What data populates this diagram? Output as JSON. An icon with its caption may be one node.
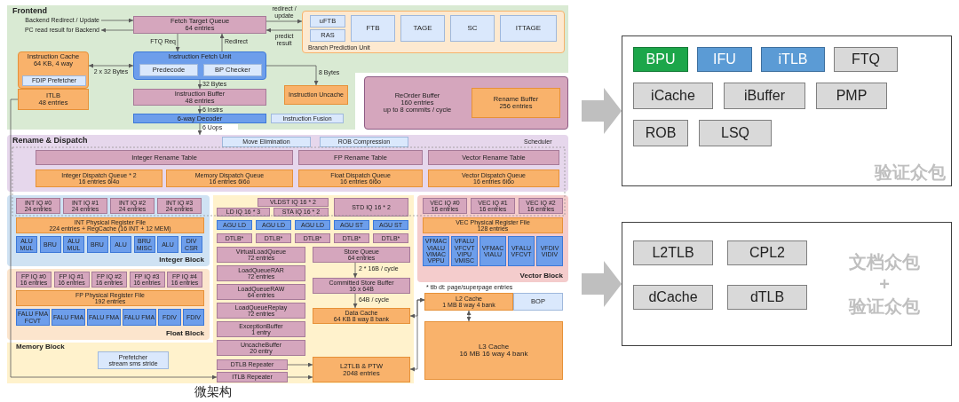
{
  "diagram": {
    "caption": "微架构",
    "nodes": [
      {
        "text": [
          "Frontend"
        ]
      },
      {
        "text": [
          "Fetch Target Queue",
          "64 entries"
        ],
        "in": 0
      },
      {
        "text": [
          "Branch Prediction Unit"
        ],
        "in": 0
      },
      {
        "text": [
          "uFTB"
        ],
        "in": 2
      },
      {
        "text": [
          "RAS"
        ],
        "in": 2
      },
      {
        "text": [
          "FTB"
        ],
        "in": 2
      },
      {
        "text": [
          "TAGE"
        ],
        "in": 2
      },
      {
        "text": [
          "SC"
        ],
        "in": 2
      },
      {
        "text": [
          "ITTAGE"
        ],
        "in": 2
      },
      {
        "text": [
          "Instruction Cache",
          "64 KB, 4 way"
        ],
        "in": 0
      },
      {
        "text": [
          "FDIP Prefetcher"
        ],
        "in": 9
      },
      {
        "text": [
          "ITLB",
          "48 entries"
        ],
        "in": 0
      },
      {
        "text": [
          "Instruction Fetch Unit"
        ],
        "in": 0
      },
      {
        "text": [
          "Predecode"
        ],
        "in": 12
      },
      {
        "text": [
          "BP Checker"
        ],
        "in": 12
      },
      {
        "text": [
          "Instruction Uncache"
        ],
        "in": 0
      },
      {
        "text": [
          "Instruction Buffer",
          "48 entries"
        ],
        "in": 0
      },
      {
        "text": [
          "6-way Decoder"
        ],
        "in": 0
      },
      {
        "text": [
          "Instruction Fusion"
        ],
        "in": 0
      },
      {
        "text": [
          "ReOrder Buffer",
          "160 entries",
          "up to 8 commits / cycle"
        ]
      },
      {
        "text": [
          "Rename Buffer",
          "256 entries"
        ],
        "in": 19
      },
      {
        "text": [
          "Rename & Dispatch"
        ]
      },
      {
        "text": [
          "Move Elimination"
        ],
        "in": 21
      },
      {
        "text": [
          "ROB Compression"
        ],
        "in": 21
      },
      {
        "text": [
          "Integer Rename Table"
        ],
        "in": 21
      },
      {
        "text": [
          "FP Rename Table"
        ],
        "in": 21
      },
      {
        "text": [
          "Vector Rename Table"
        ],
        "in": 21
      },
      {
        "text": [
          "Integer Dispatch Queue * 2",
          "16 entries 6i4o"
        ],
        "in": 21
      },
      {
        "text": [
          "Memory Dispatch Queue",
          "16 entries 6i6o"
        ],
        "in": 21
      },
      {
        "text": [
          "Float Dispatch Queue",
          "16 entries 6i6o"
        ],
        "in": 21
      },
      {
        "text": [
          "Vector Dispatch Queue",
          "16 entries 6i6o"
        ],
        "in": 21
      },
      {
        "text": [
          "Integer Block"
        ]
      },
      {
        "text": [
          "INT IQ #0",
          "24 entries"
        ],
        "in": 31
      },
      {
        "text": [
          "INT IQ #1",
          "24 entries"
        ],
        "in": 31
      },
      {
        "text": [
          "INT IQ #2",
          "24 entries"
        ],
        "in": 31
      },
      {
        "text": [
          "INT IQ #3",
          "24 entries"
        ],
        "in": 31
      },
      {
        "text": [
          "INT Physical Register File",
          "224 entries + RegCache (16 INT + 12 MEM)"
        ],
        "in": 31
      },
      {
        "text": [
          "ALU MUL"
        ],
        "in": 31
      },
      {
        "text": [
          "BRU"
        ],
        "in": 31
      },
      {
        "text": [
          "ALU MUL"
        ],
        "in": 31
      },
      {
        "text": [
          "BRU"
        ],
        "in": 31
      },
      {
        "text": [
          "ALU"
        ],
        "in": 31
      },
      {
        "text": [
          "BRU MISC"
        ],
        "in": 31
      },
      {
        "text": [
          "ALU"
        ],
        "in": 31
      },
      {
        "text": [
          "DIV CSR"
        ],
        "in": 31
      },
      {
        "text": [
          "Memory Block"
        ]
      },
      {
        "text": [
          "VLDST IQ 16 * 2"
        ],
        "in": 45
      },
      {
        "text": [
          "LD IQ 16 * 3"
        ],
        "in": 45
      },
      {
        "text": [
          "STA IQ 16 * 2"
        ],
        "in": 45
      },
      {
        "text": [
          "STD IQ 16 * 2"
        ],
        "in": 45
      },
      {
        "text": [
          "AGU LD"
        ],
        "in": 45
      },
      {
        "text": [
          "AGU LD"
        ],
        "in": 45
      },
      {
        "text": [
          "AGU LD"
        ],
        "in": 45
      },
      {
        "text": [
          "AGU ST"
        ],
        "in": 45
      },
      {
        "text": [
          "AGU ST"
        ],
        "in": 45
      },
      {
        "text": [
          "DTLB*"
        ],
        "in": 45
      },
      {
        "text": [
          "DTLB*"
        ],
        "in": 45
      },
      {
        "text": [
          "DTLB*"
        ],
        "in": 45
      },
      {
        "text": [
          "DTLB*"
        ],
        "in": 45
      },
      {
        "text": [
          "DTLB*"
        ],
        "in": 45
      },
      {
        "text": [
          "VirtualLoadQueue",
          "72 entries"
        ],
        "in": 45
      },
      {
        "text": [
          "Store Queue",
          "64 entries"
        ],
        "in": 45
      },
      {
        "text": [
          "LoadQueueRAR",
          "72 entries"
        ],
        "in": 45
      },
      {
        "text": [
          "LoadQueueRAW",
          "64 entries"
        ],
        "in": 45
      },
      {
        "text": [
          "LoadQueueReplay",
          "72 entries"
        ],
        "in": 45
      },
      {
        "text": [
          "ExceptionBuffer",
          "1 entry"
        ],
        "in": 45
      },
      {
        "text": [
          "UncacheBuffer",
          "20 entry"
        ],
        "in": 45
      },
      {
        "text": [
          "Committed Store Buffer",
          "16 x 64B"
        ],
        "in": 45
      },
      {
        "text": [
          "Data Cache",
          "64 KB 8 way 8 bank"
        ],
        "in": 45
      },
      {
        "text": [
          "DTLB Repeater"
        ],
        "in": 45
      },
      {
        "text": [
          "ITLB Repeater"
        ],
        "in": 45
      },
      {
        "text": [
          "L2TLB & PTW",
          "2048 entries"
        ],
        "in": 45
      },
      {
        "text": [
          "Prefetcher",
          "stream sms stride"
        ],
        "in": 45
      },
      {
        "text": [
          "Float Block"
        ]
      },
      {
        "text": [
          "FP IQ #0",
          "16 entries"
        ],
        "in": 73
      },
      {
        "text": [
          "FP IQ #1",
          "16 entries"
        ],
        "in": 73
      },
      {
        "text": [
          "FP IQ #2",
          "16 entries"
        ],
        "in": 73
      },
      {
        "text": [
          "FP IQ #3",
          "16 entries"
        ],
        "in": 73
      },
      {
        "text": [
          "FP IQ #4",
          "16 entries"
        ],
        "in": 73
      },
      {
        "text": [
          "FP Physical Register File",
          "192 entries"
        ],
        "in": 73
      },
      {
        "text": [
          "FALU FMA FCVT"
        ],
        "in": 73
      },
      {
        "text": [
          "FALU FMA"
        ],
        "in": 73
      },
      {
        "text": [
          "FALU FMA"
        ],
        "in": 73
      },
      {
        "text": [
          "FALU FMA"
        ],
        "in": 73
      },
      {
        "text": [
          "FDIV"
        ],
        "in": 73
      },
      {
        "text": [
          "FDIV"
        ],
        "in": 73
      },
      {
        "text": [
          "Vector Block"
        ]
      },
      {
        "text": [
          "VEC IQ #0",
          "16 entries"
        ],
        "in": 86
      },
      {
        "text": [
          "VEC IQ #1",
          "16 entries"
        ],
        "in": 86
      },
      {
        "text": [
          "VEC IQ #2",
          "16 entries"
        ],
        "in": 86
      },
      {
        "text": [
          "VEC Physical Register File",
          "128 entries"
        ],
        "in": 86
      },
      {
        "text": [
          "VFMAC VIALU VIMAC VPPU"
        ],
        "in": 86
      },
      {
        "text": [
          "VFALU VFCVT VIPU VMISC"
        ],
        "in": 86
      },
      {
        "text": [
          "VFMAC VIALU"
        ],
        "in": 86
      },
      {
        "text": [
          "VFALU VFCVT"
        ],
        "in": 86
      },
      {
        "text": [
          "VFDIV VIDIV"
        ],
        "in": 86
      },
      {
        "text": [
          "L2 Cache",
          "1 MB 8 way 4 bank"
        ]
      },
      {
        "text": [
          "BOP"
        ]
      },
      {
        "text": [
          "L3 Cache",
          "16 MB 16 way 4 bank"
        ]
      },
      {
        "text": [
          "验证众包"
        ]
      },
      {
        "text": [
          "BPU"
        ],
        "in": 99
      },
      {
        "text": [
          "IFU"
        ],
        "in": 99
      },
      {
        "text": [
          "iTLB"
        ],
        "in": 99
      },
      {
        "text": [
          "FTQ"
        ],
        "in": 99
      },
      {
        "text": [
          "iCache"
        ],
        "in": 99
      },
      {
        "text": [
          "iBuffer"
        ],
        "in": 99
      },
      {
        "text": [
          "PMP"
        ],
        "in": 99
      },
      {
        "text": [
          "ROB"
        ],
        "in": 99
      },
      {
        "text": [
          "LSQ"
        ],
        "in": 99
      },
      {
        "text": [
          "文档众包",
          "+",
          "验证众包"
        ]
      },
      {
        "text": [
          "L2TLB"
        ],
        "in": 109
      },
      {
        "text": [
          "CPL2"
        ],
        "in": 109
      },
      {
        "text": [
          "dCache"
        ],
        "in": 109
      },
      {
        "text": [
          "dTLB"
        ],
        "in": 109
      }
    ],
    "edges": [
      {
        "from": null,
        "to": 1,
        "arrow": "to",
        "label": "Backend Redirect / Update"
      },
      {
        "from": 1,
        "to": null,
        "arrow": "to",
        "label": "PC read result for Backend"
      },
      {
        "from": 1,
        "to": 2,
        "arrow": "to",
        "label": "redirect / update"
      },
      {
        "from": 2,
        "to": 1,
        "arrow": "to",
        "label": "predict result"
      },
      {
        "from": 1,
        "to": 12,
        "arrow": "to",
        "label": "FTQ Req"
      },
      {
        "from": 12,
        "to": 1,
        "arrow": "to",
        "label": "Redirect"
      },
      {
        "from": 9,
        "to": 12,
        "arrow": "both",
        "label": "2 x 32 Bytes"
      },
      {
        "from": 12,
        "to": 16,
        "arrow": "to",
        "label": "32 Bytes"
      },
      {
        "from": 12,
        "to": 15,
        "arrow": "to",
        "label": "8 Bytes"
      },
      {
        "from": 16,
        "to": 17,
        "arrow": "to",
        "label": "6 Instrs"
      },
      {
        "from": 17,
        "to": 21,
        "arrow": "to",
        "label": "6 Uops"
      },
      {
        "from": 11,
        "to": 70,
        "arrow": "to"
      },
      {
        "from": 69,
        "to": 71,
        "arrow": "to"
      },
      {
        "from": 70,
        "to": 71,
        "arrow": "to"
      },
      {
        "from": 61,
        "to": 67,
        "arrow": "to",
        "label": "2 * 16B / cycle"
      },
      {
        "from": 67,
        "to": 68,
        "arrow": "to",
        "label": "64B / cycle"
      },
      {
        "from": 96,
        "to": 68,
        "arrow": "both"
      },
      {
        "from": 96,
        "to": 71,
        "arrow": "both"
      },
      {
        "from": 96,
        "to": 98,
        "arrow": "both"
      },
      {
        "from": null,
        "to": 99,
        "arrow": "to",
        "style": "thick",
        "color": "#bfbfbf"
      },
      {
        "from": null,
        "to": 109,
        "arrow": "to",
        "style": "thick",
        "color": "#bfbfbf"
      }
    ],
    "labels": [
      "Scheduler",
      "* tlb dt: page/superpage entries"
    ]
  }
}
